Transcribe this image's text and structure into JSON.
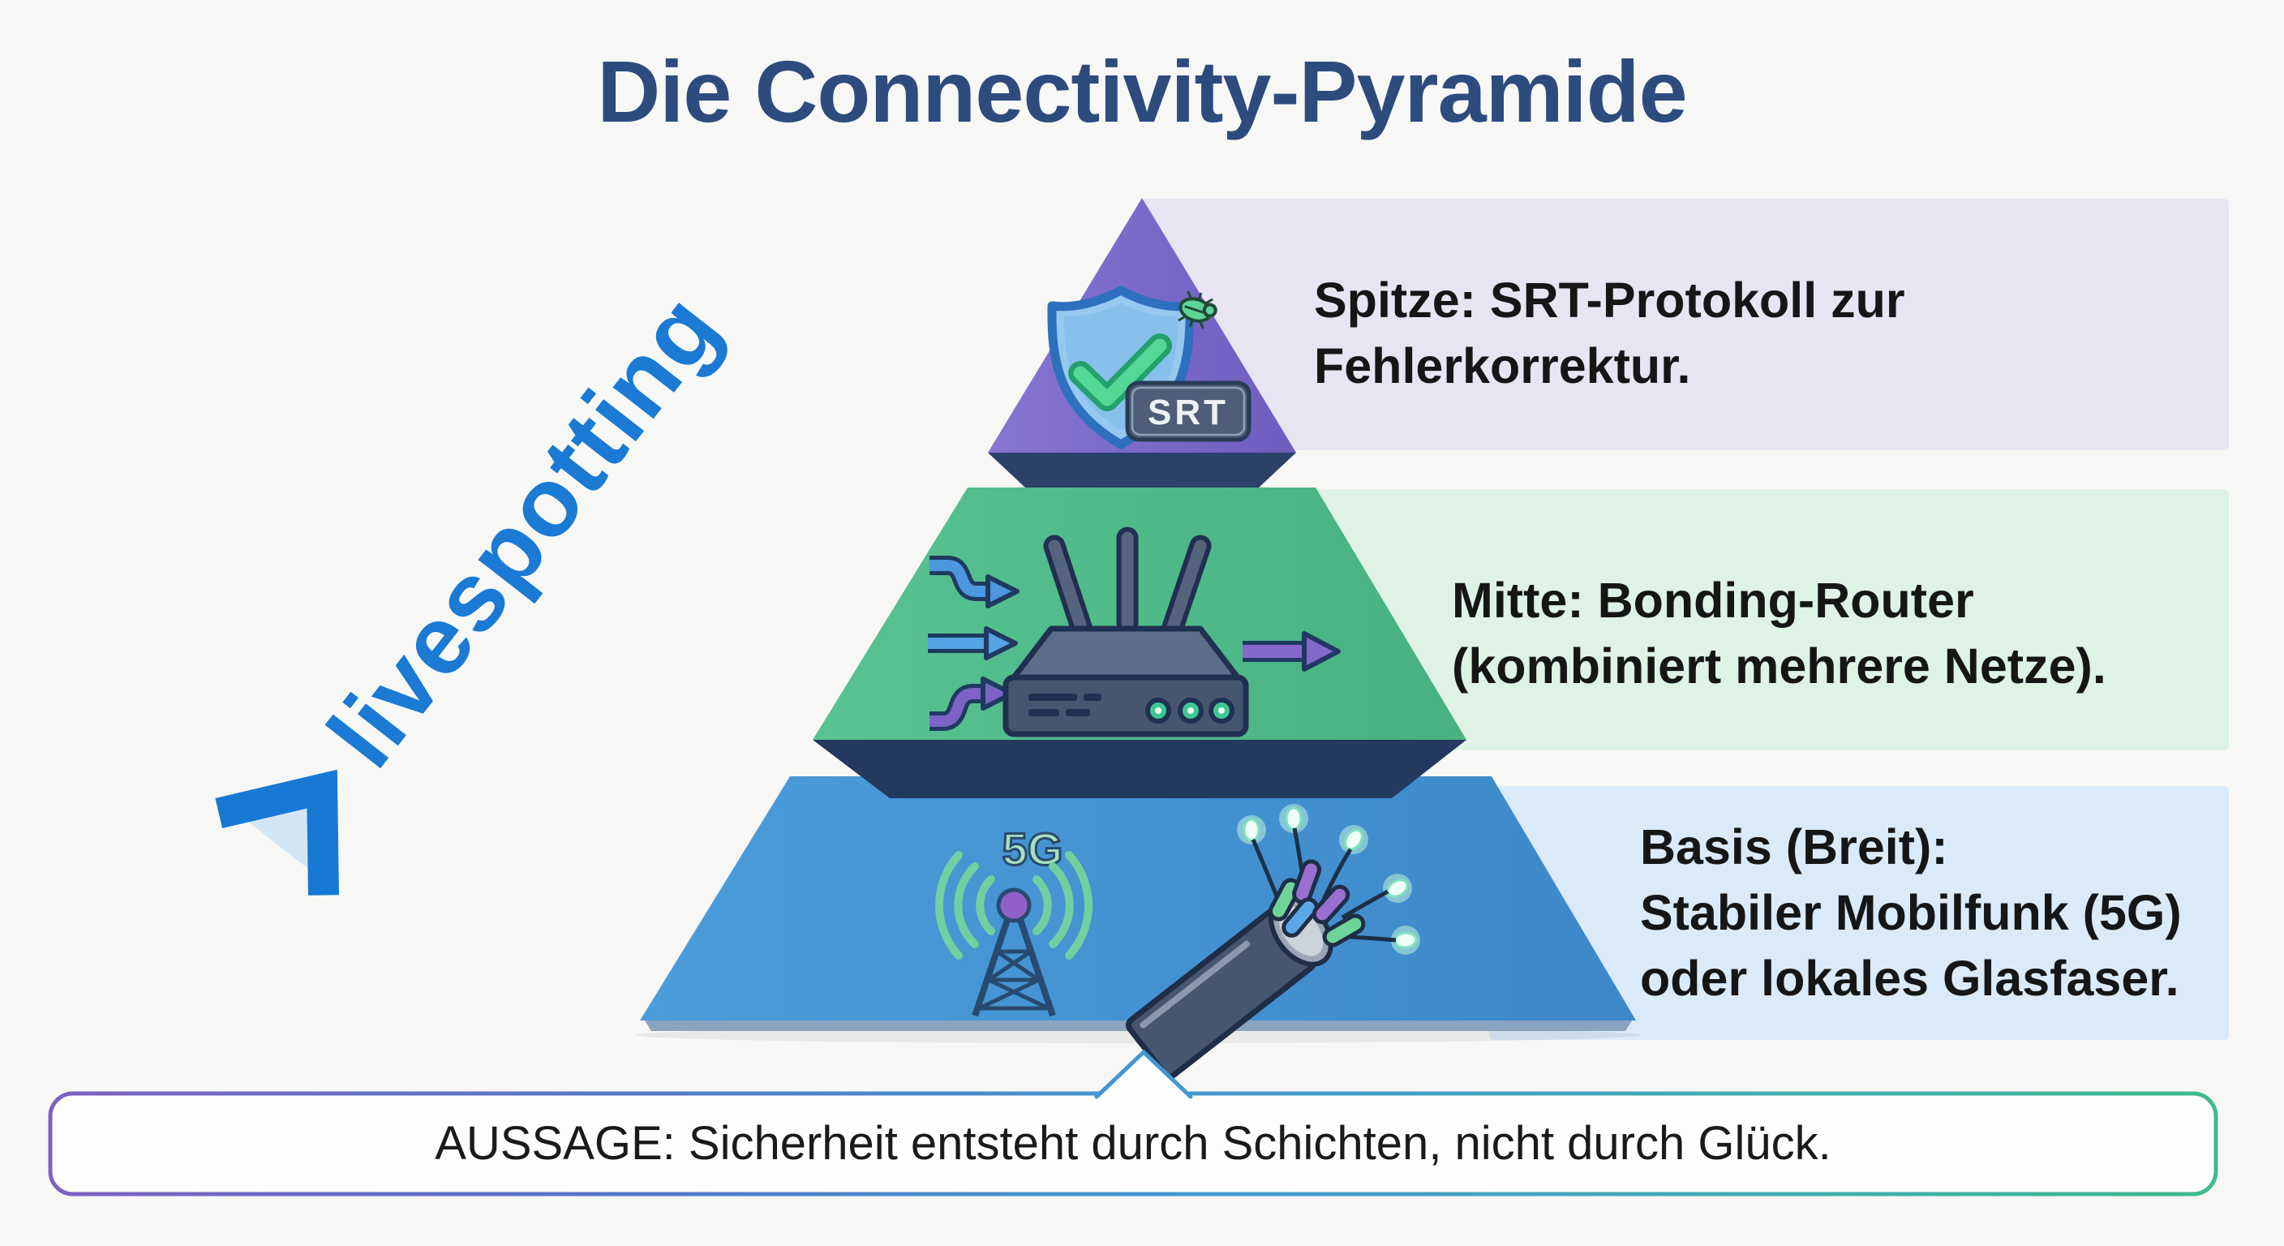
{
  "title": "Die Connectivity-Pyramide",
  "watermark": {
    "brand": "livespotting",
    "logo": "chevron-logo",
    "color": "#1a7ad4"
  },
  "pyramid": {
    "tiers": [
      {
        "id": "top",
        "label_lines": [
          "Spitze: SRT-Protokoll zur",
          "Fehlerkorrektur."
        ],
        "icon": "shield-check-srt",
        "icon_badge": "SRT",
        "fill": "#7566c6",
        "pedestal": "#2c4168",
        "band_bg": "#e8e4f2"
      },
      {
        "id": "middle",
        "label_lines": [
          "Mitte: Bonding-Router",
          "(kombiniert mehrere Netze)."
        ],
        "icon": "bonding-router-with-arrows",
        "fill": "#52ba89",
        "pedestal": "#24395f",
        "band_bg": "#def2e6"
      },
      {
        "id": "base",
        "label_lines": [
          "Basis (Breit):",
          "Stabiler Mobilfunk (5G)",
          "oder lokales Glasfaser."
        ],
        "icon": "5g-tower-and-fiber-cable",
        "icon_label": "5G",
        "fill": "#4090d2",
        "pedestal": "#8aa4bf",
        "band_bg": "#dbeaf8"
      }
    ]
  },
  "banner": {
    "text": "AUSSAGE: Sicherheit entsteht durch Schichten, nicht durch Glück.",
    "border_gradient": [
      "#7e60c4",
      "#5577c8",
      "#4496d2",
      "#42a8b8",
      "#3fba8c"
    ],
    "fill": "#fdfdfd"
  },
  "colors": {
    "background": "#f7f8f6",
    "title": "#2e4b7e",
    "label_text": "#161616"
  }
}
